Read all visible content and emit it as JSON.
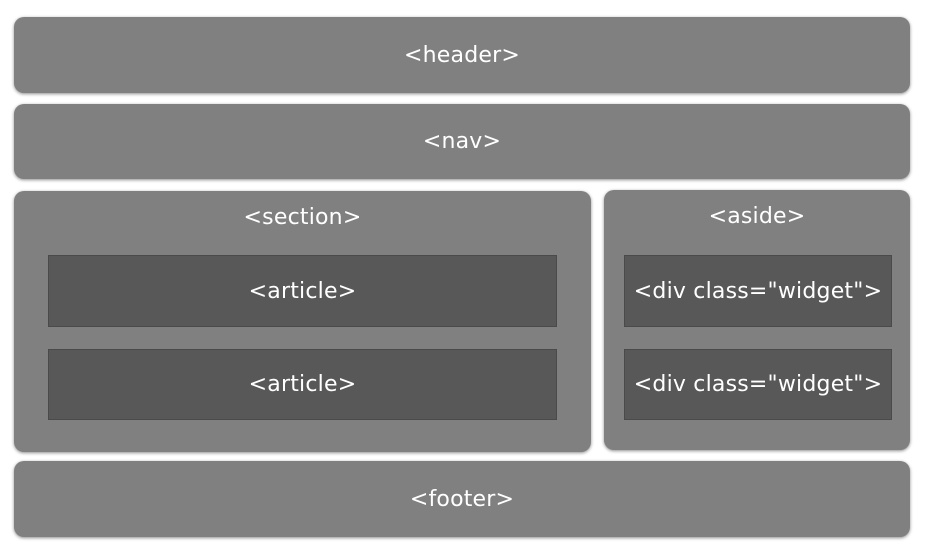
{
  "layout": {
    "header": {
      "label": "<header>"
    },
    "nav": {
      "label": "<nav>"
    },
    "section": {
      "label": "<section>",
      "articles": [
        {
          "label": "<article>"
        },
        {
          "label": "<article>"
        }
      ]
    },
    "aside": {
      "label": "<aside>",
      "widgets": [
        {
          "label": "<div class=\"widget\">"
        },
        {
          "label": "<div class=\"widget\">"
        }
      ]
    },
    "footer": {
      "label": "<footer>"
    }
  }
}
